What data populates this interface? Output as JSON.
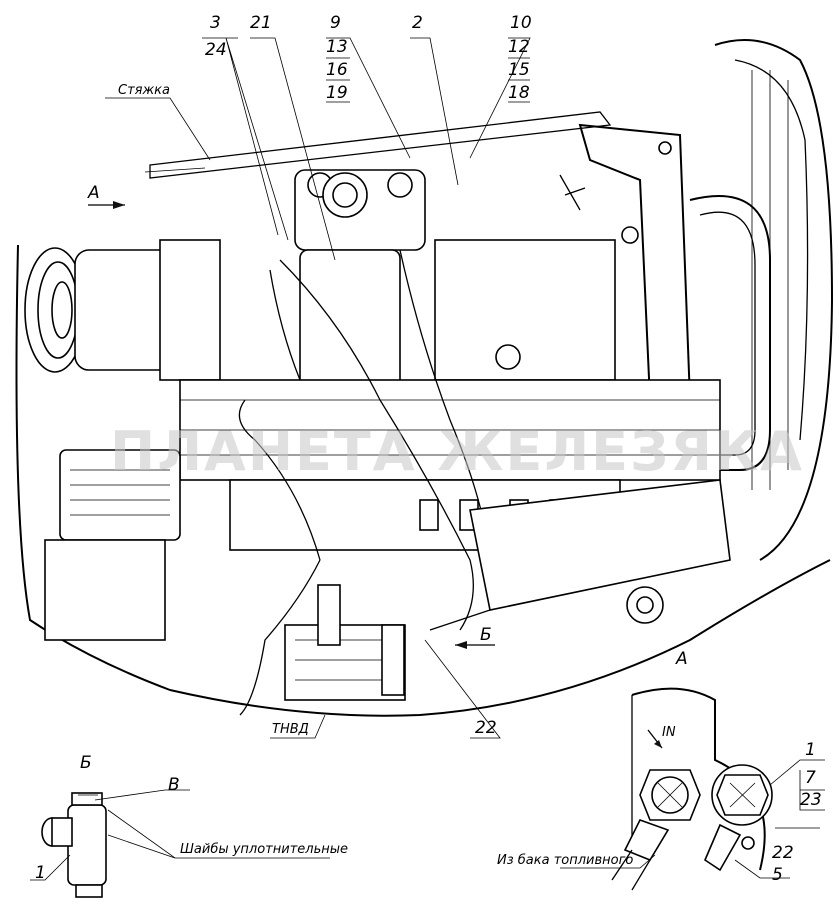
{
  "callouts": {
    "c3": "3",
    "c24": "24",
    "c21": "21",
    "c9": "9",
    "c13": "13",
    "c16": "16",
    "c19": "19",
    "c2": "2",
    "c10": "10",
    "c12": "12",
    "c15": "15",
    "c18": "18",
    "c22_main": "22",
    "c1_a": "1",
    "c7": "7",
    "c23": "23",
    "c22_a": "22",
    "c5": "5",
    "c1_b": "1",
    "cV": "В"
  },
  "labels": {
    "styazhka": "Стяжка",
    "view_a_arrow": "А",
    "view_b_arrow": "Б",
    "tnvd": "ТНВД",
    "view_a_title": "А",
    "view_b_title": "Б",
    "in_mark": "IN",
    "from_tank": "Из бака топливного",
    "washers": "Шайбы уплотнительные"
  },
  "watermark": "ПЛАНЕТА ЖЕЛЕЗЯКА"
}
